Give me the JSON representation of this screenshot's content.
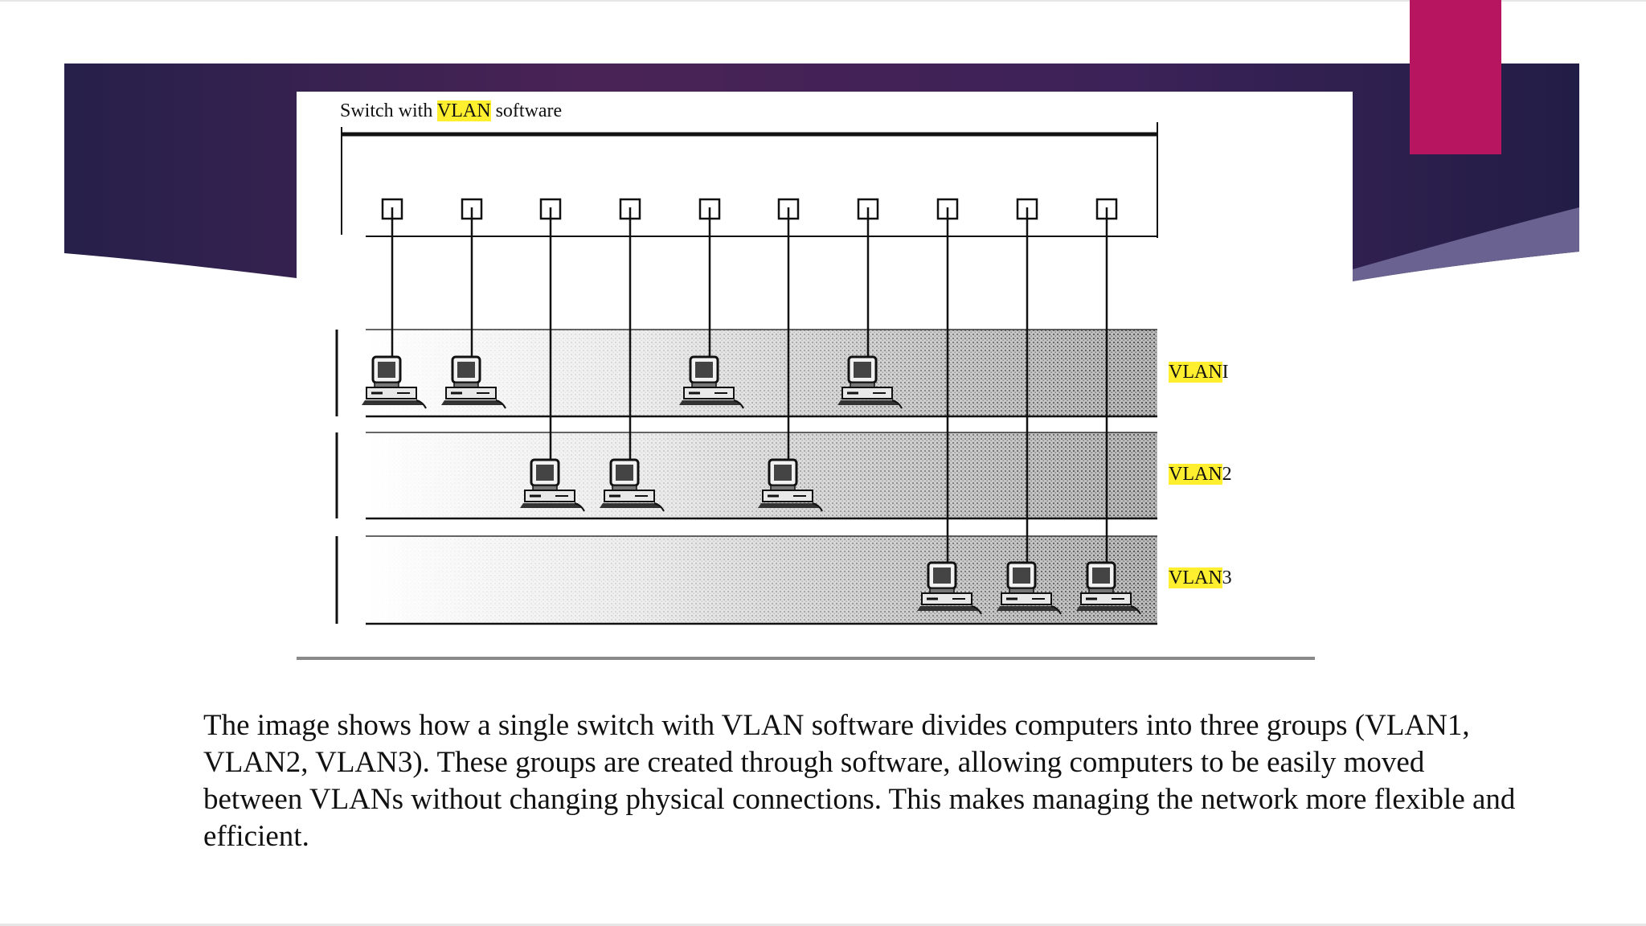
{
  "colors": {
    "banner_dark": "#26204a",
    "banner_mid": "#4a2356",
    "accent": "#b7155f",
    "highlight": "#ffef2e"
  },
  "figure": {
    "switch_title": {
      "prefix": "Switch with ",
      "highlight": "VLAN",
      "suffix": " software"
    },
    "vlans": [
      {
        "highlight": "VLAN",
        "suffix": "I"
      },
      {
        "highlight": "VLAN",
        "suffix": "2"
      },
      {
        "highlight": "VLAN",
        "suffix": "3"
      }
    ],
    "port_count": 10,
    "port_assignment": [
      1,
      1,
      2,
      2,
      1,
      2,
      1,
      3,
      3,
      3
    ]
  },
  "caption": "The image shows how a single switch with VLAN software divides computers into three groups (VLAN1, VLAN2, VLAN3). These groups are created through software, allowing computers to be easily moved between VLANs without changing physical connections. This makes managing the network more flexible and efficient."
}
